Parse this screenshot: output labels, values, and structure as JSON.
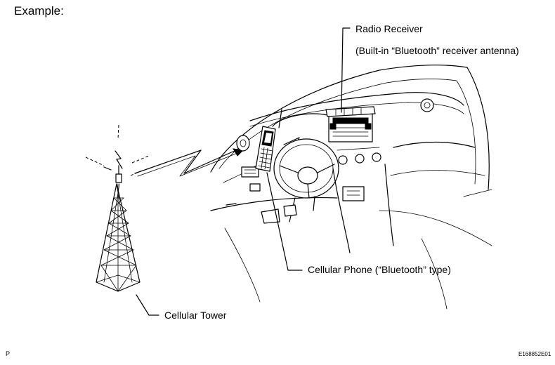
{
  "heading": "Example:",
  "callouts": {
    "radio_receiver": "Radio Receiver",
    "radio_receiver_note": "(Built-in “Bluetooth” receiver antenna)",
    "cellular_phone": "Cellular Phone (“Bluetooth” type)",
    "cellular_tower": "Cellular Tower"
  },
  "footer": {
    "left_marker": "P",
    "figure_code": "E168852E01"
  }
}
